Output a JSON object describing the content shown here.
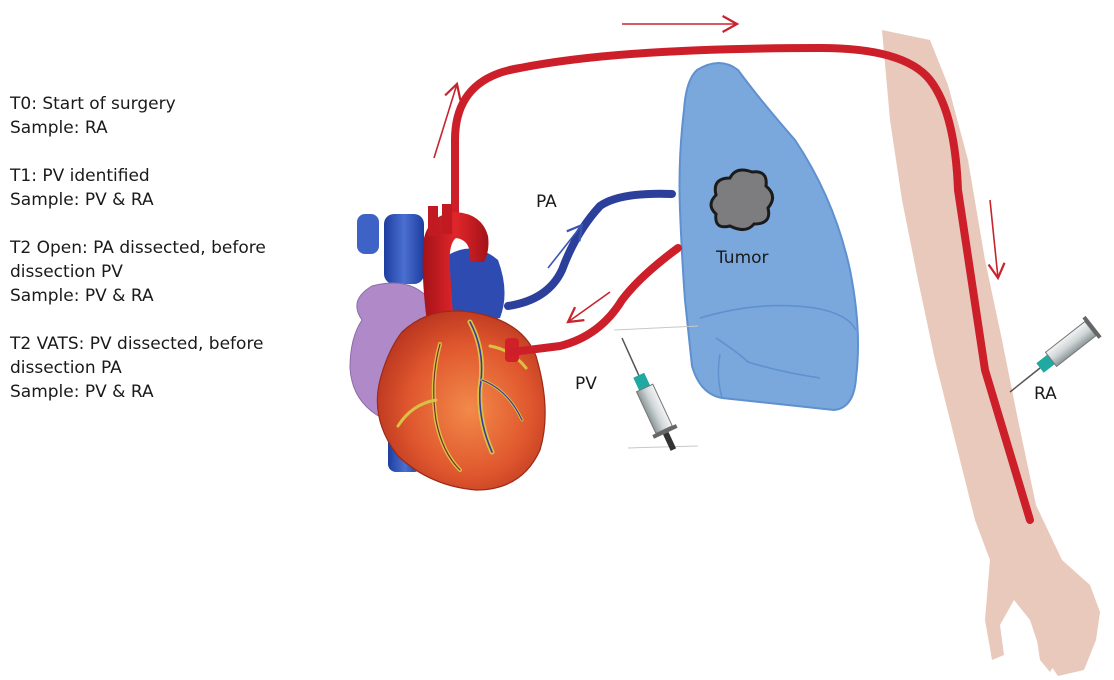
{
  "legend": [
    {
      "time": "T0: Start of surgery",
      "lines": [
        "Sample: RA"
      ]
    },
    {
      "time": "T1: PV identified",
      "lines": [
        "Sample: PV & RA"
      ]
    },
    {
      "time": "T2 Open: PA dissected, before",
      "lines": [
        "dissection PV",
        "Sample: PV & RA"
      ]
    },
    {
      "time": "T2 VATS: PV dissected, before",
      "lines": [
        "dissection PA",
        "Sample: PV & RA"
      ]
    }
  ],
  "labels": {
    "pa": "PA",
    "pv": "PV",
    "ra": "RA",
    "tumor": "Tumor"
  },
  "colors": {
    "artery_red": "#cc1f2a",
    "vein_blue": "#2c3f9a",
    "lung_fill": "#7aa8dc",
    "lung_edge": "#5f90cf",
    "tumor_fill": "#7d7d80",
    "arm_skin": "#e8c9bc",
    "arrow_red": "#c8242e",
    "arrow_blue": "#3a55b4"
  }
}
